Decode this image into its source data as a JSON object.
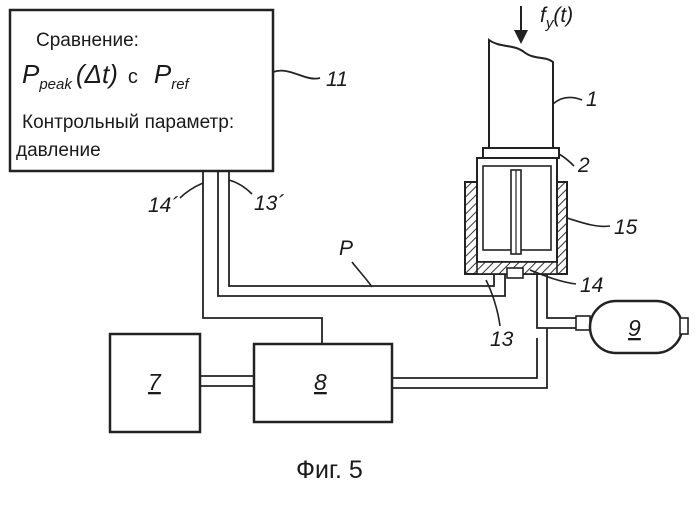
{
  "figure": {
    "caption": "Фиг. 5",
    "controller": {
      "line1": "Сравнение:",
      "formula_p1": "P",
      "formula_sub1": "peak",
      "formula_dt": "(Δt)",
      "formula_c": "с",
      "formula_p2": "P",
      "formula_sub2": "ref",
      "line3": "Контрольный параметр:",
      "line4": "давление"
    },
    "labels": {
      "force_f": "f",
      "force_sub": "y",
      "force_t": "(t)",
      "l1": "1",
      "l2": "2",
      "l11": "11",
      "l13": "13",
      "l13p": "13´",
      "l14": "14",
      "l14p": "14´",
      "l15": "15",
      "lP": "P"
    },
    "blocks": {
      "b7": "7",
      "b8": "8",
      "b9": "9"
    }
  }
}
